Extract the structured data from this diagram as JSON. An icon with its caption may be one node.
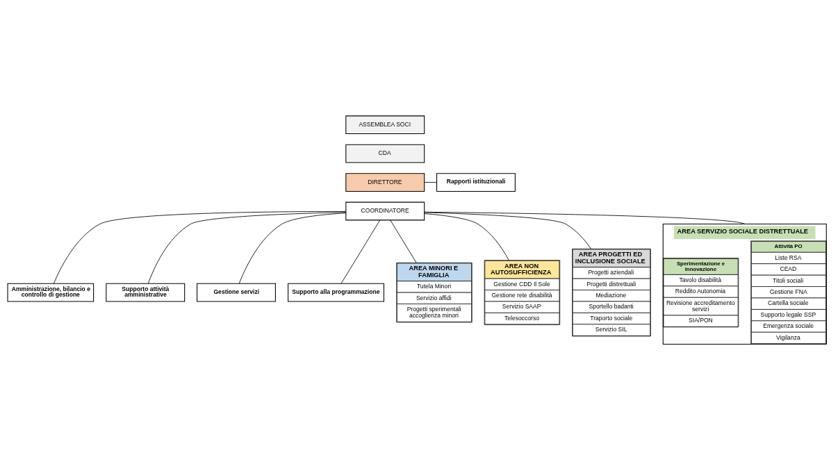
{
  "diagram": {
    "nodes": [
      {
        "text": [
          "ASSEMBLEA SOCI"
        ]
      },
      {
        "text": [
          "CDA"
        ]
      },
      {
        "text": [
          "Rapporti istituzionali"
        ]
      },
      {
        "text": [
          "DIRETTORE"
        ]
      },
      {
        "text": [
          "COORDINATORE"
        ]
      },
      {
        "text": [
          "Amministrazione, bilancio e controllo di gestione"
        ]
      },
      {
        "text": [
          "Supporto attività amministrative"
        ]
      },
      {
        "text": [
          "Gestione servizi"
        ]
      },
      {
        "text": [
          "Supporto alla programmazione"
        ]
      },
      {
        "text": [
          "AREA MINORI E FAMIGLIA",
          "Tutela Minori",
          "Servizio affidi",
          "Progetti sperimentali accoglienza minori"
        ]
      },
      {
        "text": [
          "AREA NON AUTOSUFFICIENZA",
          "Gestione CDD Il Sole",
          "Gestione rete disabilità",
          "Servizio SAAP",
          "Telesoccorso"
        ]
      },
      {
        "text": [
          "AREA PROGETTI ED INCLUSIONE SOCIALE",
          "Progetti aziendali",
          "Progetti distrettuali",
          "Mediazione",
          "Sportello badanti",
          "Traporto sociale",
          "Servizio SIL"
        ]
      },
      {
        "text": [
          "AREA SERVIZIO SOCIALE DISTRETTUALE"
        ]
      },
      {
        "text": [
          "Attività PO",
          "Liste RSA",
          "CEAD",
          "Titoli sociali",
          "Gestione FNA",
          "Cartella sociale",
          "Supporto legale SSP",
          "Emergenza sociale",
          "Vigilanza"
        ],
        "in": 12
      },
      {
        "text": [
          "Sperimentazione e innovazione",
          "Tavolo disabilità",
          "Reddito Autonomia",
          "Revisione accreditamento servizi",
          "SIA/PON"
        ],
        "in": 12
      }
    ],
    "edges": [
      {
        "from": 2,
        "to": 3,
        "arrow": "none"
      },
      {
        "from": 4,
        "to": 5,
        "arrow": "none"
      },
      {
        "from": 4,
        "to": 6,
        "arrow": "none"
      },
      {
        "from": 4,
        "to": 7,
        "arrow": "none"
      },
      {
        "from": 4,
        "to": 8,
        "arrow": "none"
      },
      {
        "from": 4,
        "to": 9,
        "arrow": "none"
      },
      {
        "from": 4,
        "to": 10,
        "arrow": "none"
      },
      {
        "from": 4,
        "to": 11,
        "arrow": "none"
      },
      {
        "from": 4,
        "to": 12,
        "arrow": "none"
      }
    ]
  }
}
